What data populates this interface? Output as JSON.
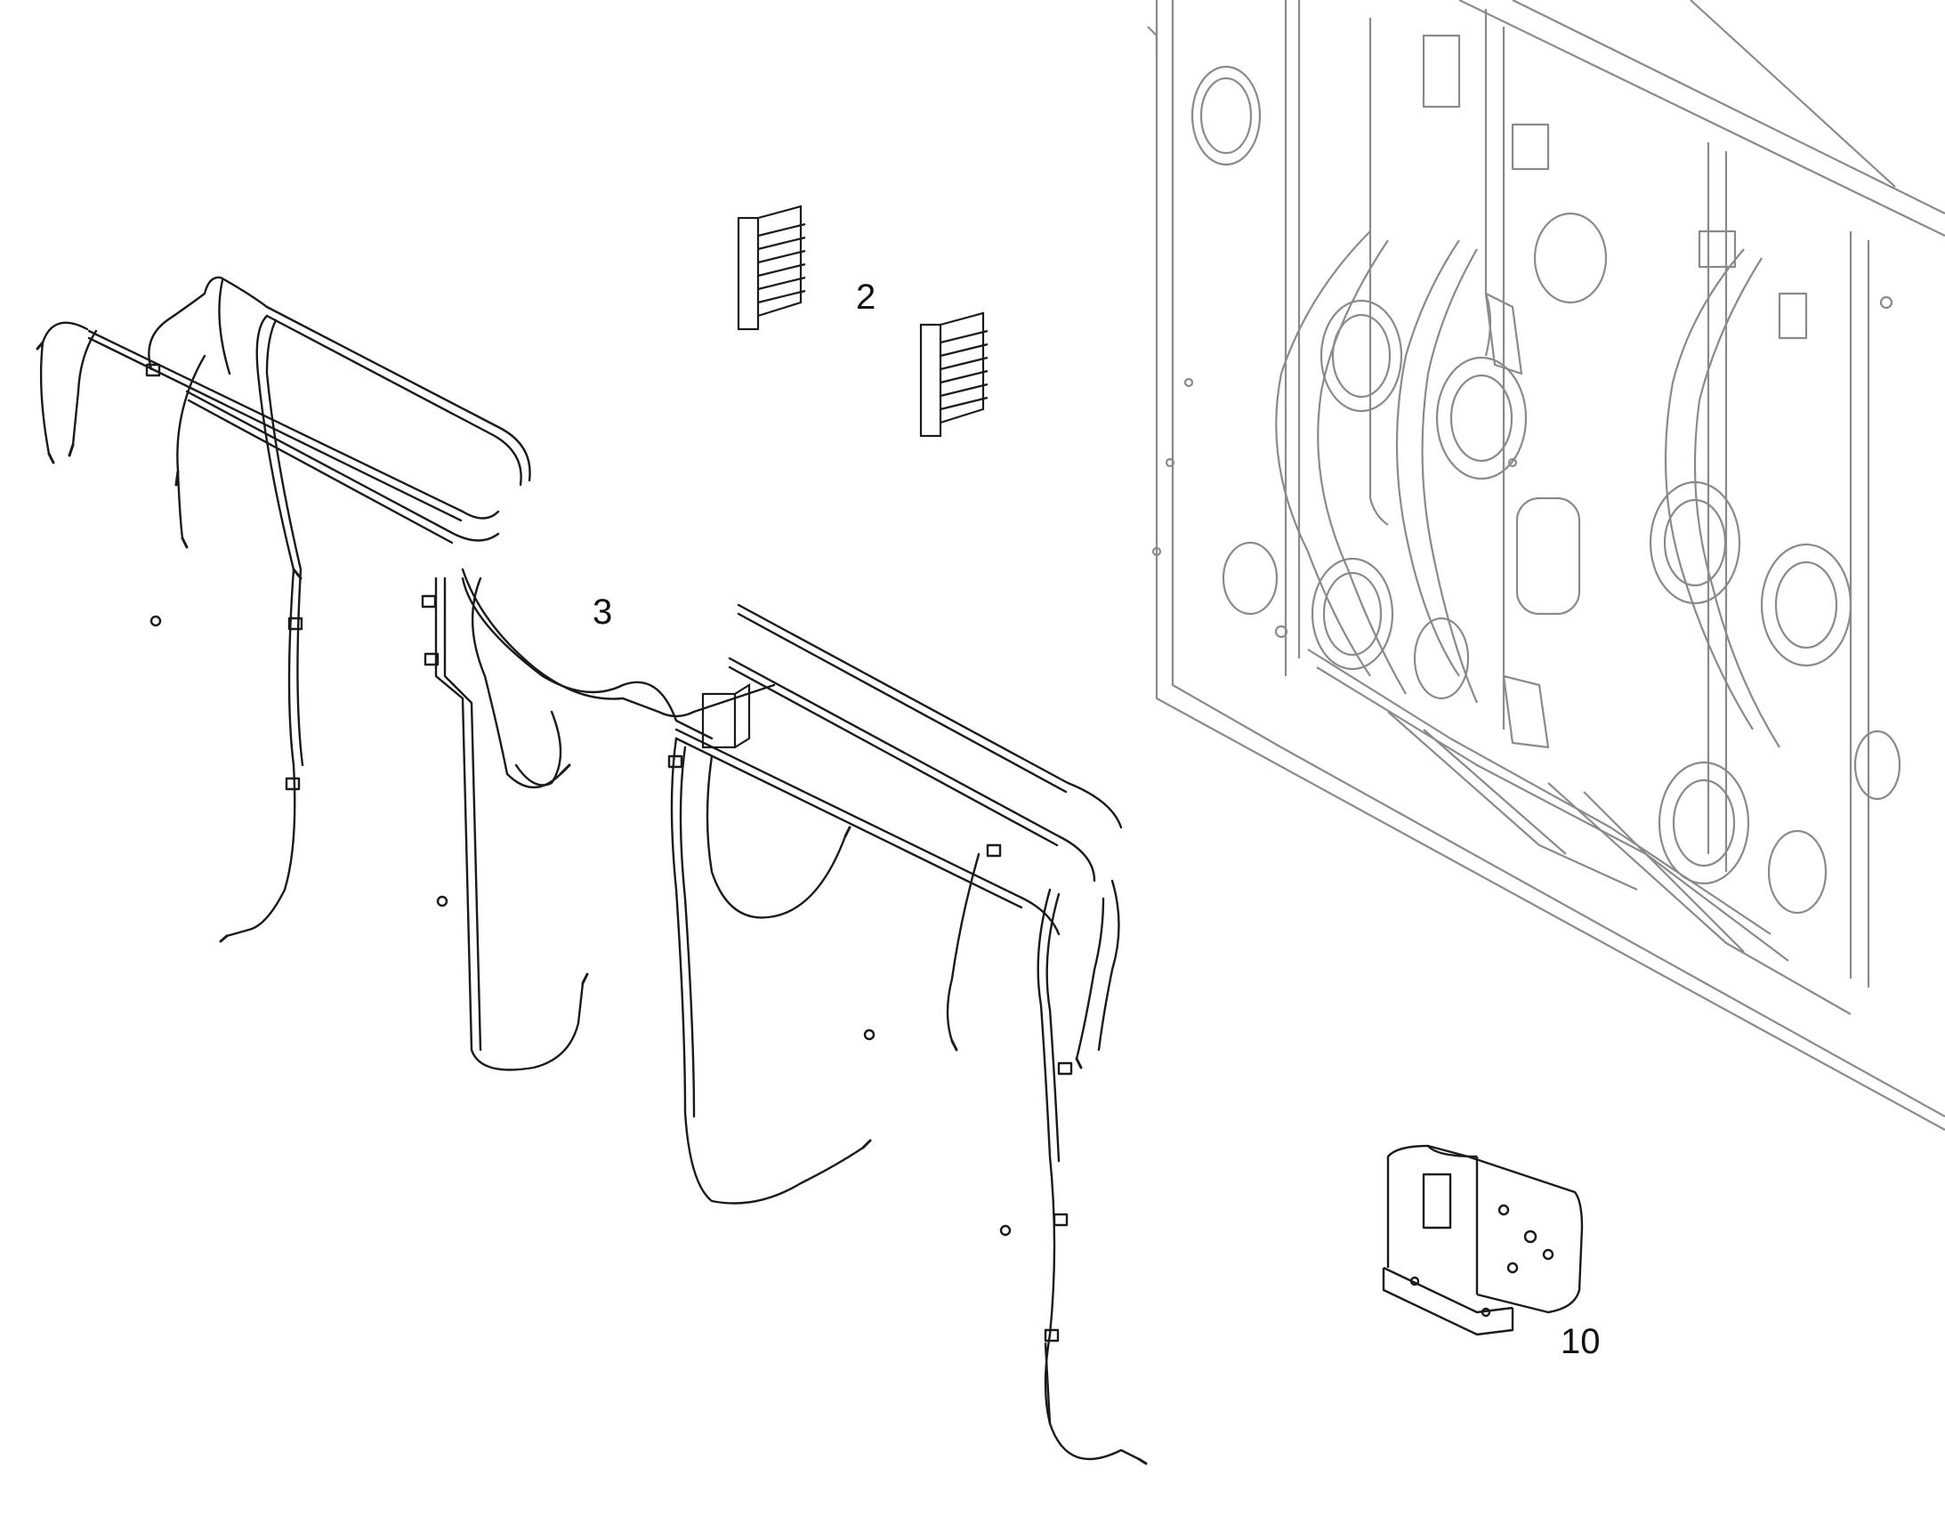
{
  "diagram": {
    "callouts": [
      {
        "id": "2",
        "label": "2"
      },
      {
        "id": "3",
        "label": "3"
      },
      {
        "id": "10",
        "label": "10"
      }
    ],
    "colors": {
      "line": "#1a1a1a",
      "frame": "#8a8a8a",
      "background": "#ffffff"
    }
  }
}
